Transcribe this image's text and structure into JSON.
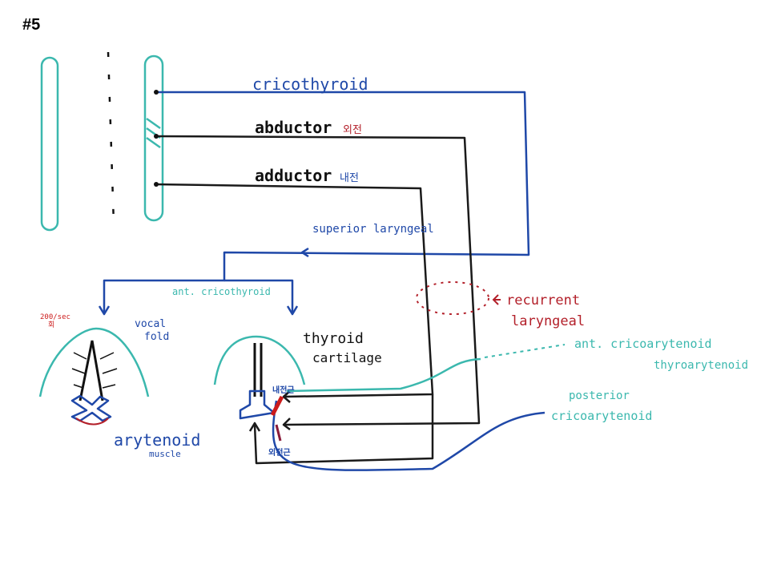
{
  "slide": {
    "number": "#5"
  },
  "labels": {
    "cricothyroid": "cricothyroid",
    "abductor": "abductor",
    "abductor_ko": "외전",
    "adductor": "adductor",
    "adductor_ko": "내전",
    "superior_laryngeal": "superior laryngeal",
    "ant_cricothyroid": "ant. cricothyroid",
    "recurrent_laryngeal_1": "recurrent",
    "recurrent_laryngeal_2": "laryngeal",
    "ant_cricoarytenoid": "ant. cricoarytenoid",
    "thyroarytenoid": "thyroarytenoid",
    "posterior_1": "posterior",
    "posterior_2": "cricoarytenoid",
    "thyroid_1": "thyroid",
    "thyroid_2": "cartilage",
    "vocal_1": "vocal",
    "vocal_2": "fold",
    "arytenoid_1": "arytenoid",
    "arytenoid_2": "muscle",
    "rate_1": "200/sec",
    "rate_2": "회",
    "adductor_muscle_ko": "내전근",
    "abductor_muscle_ko": "외전근"
  },
  "colors": {
    "blue": "#1f48a8",
    "teal": "#3bb8ae",
    "red": "#b3202a",
    "black": "#1a1a1a"
  }
}
